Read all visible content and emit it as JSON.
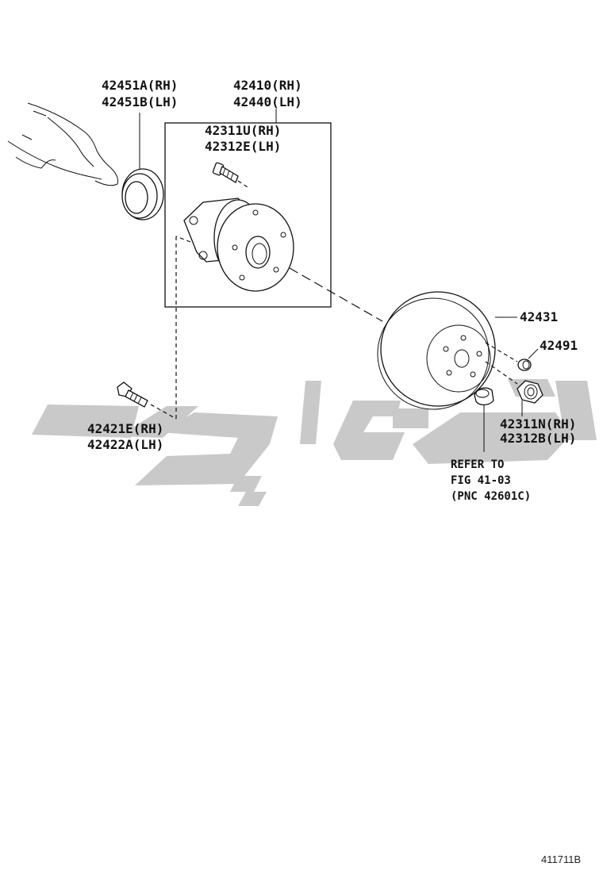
{
  "labels": {
    "oil_seal": [
      "42451A(RH)",
      "42451B(LH)"
    ],
    "hub_bearing": [
      "42410(RH)",
      "42440(LH)"
    ],
    "hub_bolt": [
      "42311U(RH)",
      "42312E(LH)"
    ],
    "disc": "42431",
    "plug": "42491",
    "mount_bolt": [
      "42421E(RH)",
      "42422A(LH)"
    ],
    "hub_nut": [
      "42311N(RH)",
      "42312B(LH)"
    ],
    "refer_note": [
      "REFER TO",
      "FIG 41-03",
      "(PNC 42601C)"
    ]
  },
  "diagram_code": "411711B",
  "watermark_text": "تویوتا پارت",
  "colors": {
    "line": "#111111",
    "watermark": "#c9c9c9",
    "background": "#ffffff"
  }
}
